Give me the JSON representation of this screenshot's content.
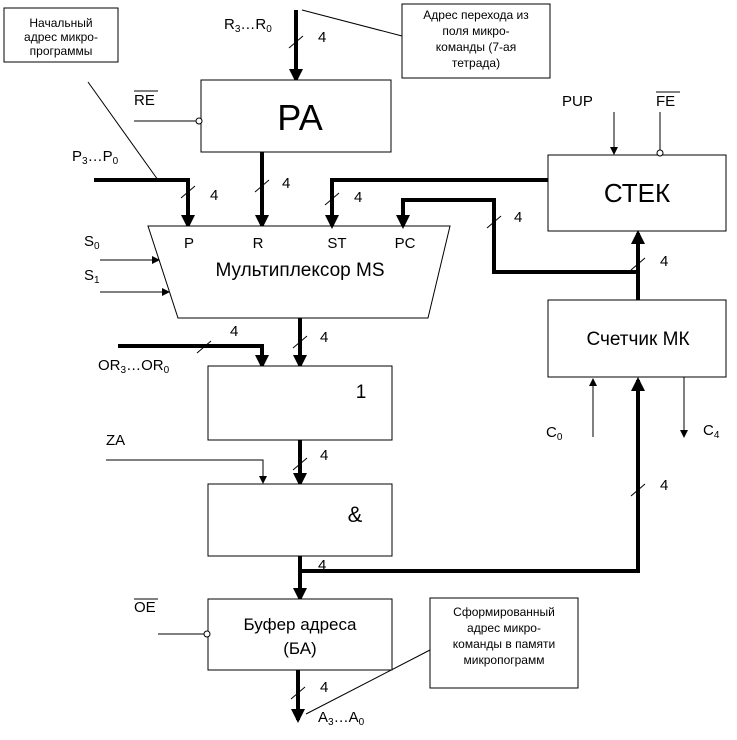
{
  "blocks": {
    "ra": "РА",
    "stack": "СТЕК",
    "counter": "Счетчик МК",
    "mux_title": "Мультиплексор MS",
    "mux_in_p": "P",
    "mux_in_r": "R",
    "mux_in_st": "ST",
    "mux_in_pc": "PC",
    "or_block": "1",
    "and_block": "&",
    "buffer_line1": "Буфер адреса",
    "buffer_line2": "(БА)"
  },
  "signals": {
    "r_main": "R",
    "r_sub1": "3",
    "r_mid": "…R",
    "r_sub2": "0",
    "p_main": "P",
    "p_sub1": "3",
    "p_mid": "…P",
    "p_sub2": "0",
    "or_main": "OR",
    "or_sub1": "3",
    "or_mid": "…OR",
    "or_sub2": "0",
    "a_main": "A",
    "a_sub1": "3",
    "a_mid": "…A",
    "a_sub2": "0",
    "s0_main": "S",
    "s0_sub": "0",
    "s1_main": "S",
    "s1_sub": "1",
    "c0_main": "C",
    "c0_sub": "0",
    "c4_main": "C",
    "c4_sub": "4",
    "re": "RE",
    "fe": "FE",
    "oe": "OE",
    "pup": "PUP",
    "za": "ZA"
  },
  "bus_width": "4",
  "notes": {
    "start_addr": [
      "Начальный",
      "адрес микро-",
      "программы"
    ],
    "jump_addr": [
      "Адрес перехода из",
      "поля микро-",
      "команды (7-ая",
      "тетрада)"
    ],
    "formed_addr": [
      "Сформированный",
      "адрес микро-",
      "команды в памяти",
      "микропограмм"
    ]
  }
}
